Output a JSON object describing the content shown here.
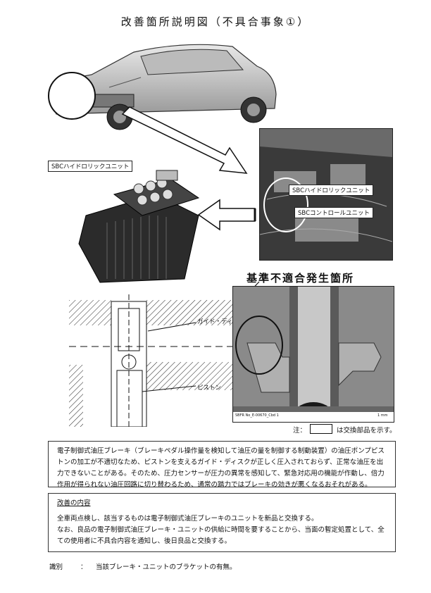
{
  "title": "改善箇所説明図（不具合事象①）",
  "car_figure": {},
  "unit_label": "SBCハイドロリックユニット",
  "engine_bay": {
    "label_hydraulic": "SBCハイドロリックユニット",
    "label_control": "SBCコントロールユニット"
  },
  "defect_heading": "基準不適合発生箇所",
  "diagram": {
    "label_guide_disk": "ガイド・ディスク",
    "label_piston": "ピストン"
  },
  "micro_caption": "SBFR No_E-00670_Cbd 1",
  "micro_scale": "1 mm",
  "legend_note": {
    "prefix": "注：",
    "suffix": "は交換部品を示す。"
  },
  "description": "電子制御式油圧ブレーキ（ブレーキペダル操作量を検知して油圧の量を制御する制動装置）の油圧ポンプピストンの加工が不適切なため、ピストンを支えるガイド・ディスクが正しく圧入されておらず、正常な油圧を出力できないことがある。そのため、圧力センサーが圧力の異常を感知して、緊急対応用の機能が作動し、倍力作用が得られない油圧回路に切り替わるため、通常の踏力ではブレーキの効きが悪くなるおそれがある。",
  "improvement": {
    "heading": "改善の内容",
    "line1": "全車両点検し、該当するものは電子制御式油圧ブレーキのユニットを新品と交換する。",
    "line2": "なお、良品の電子制御式油圧ブレーキ・ユニットの供給に時間を要することから、当面の暫定処置として、全ての使用者に不具合内容を通知し、後日良品と交換する。"
  },
  "identification": {
    "label": "識別",
    "colon": "：",
    "text": "当該ブレーキ・ユニットのブラケットの有無。"
  }
}
